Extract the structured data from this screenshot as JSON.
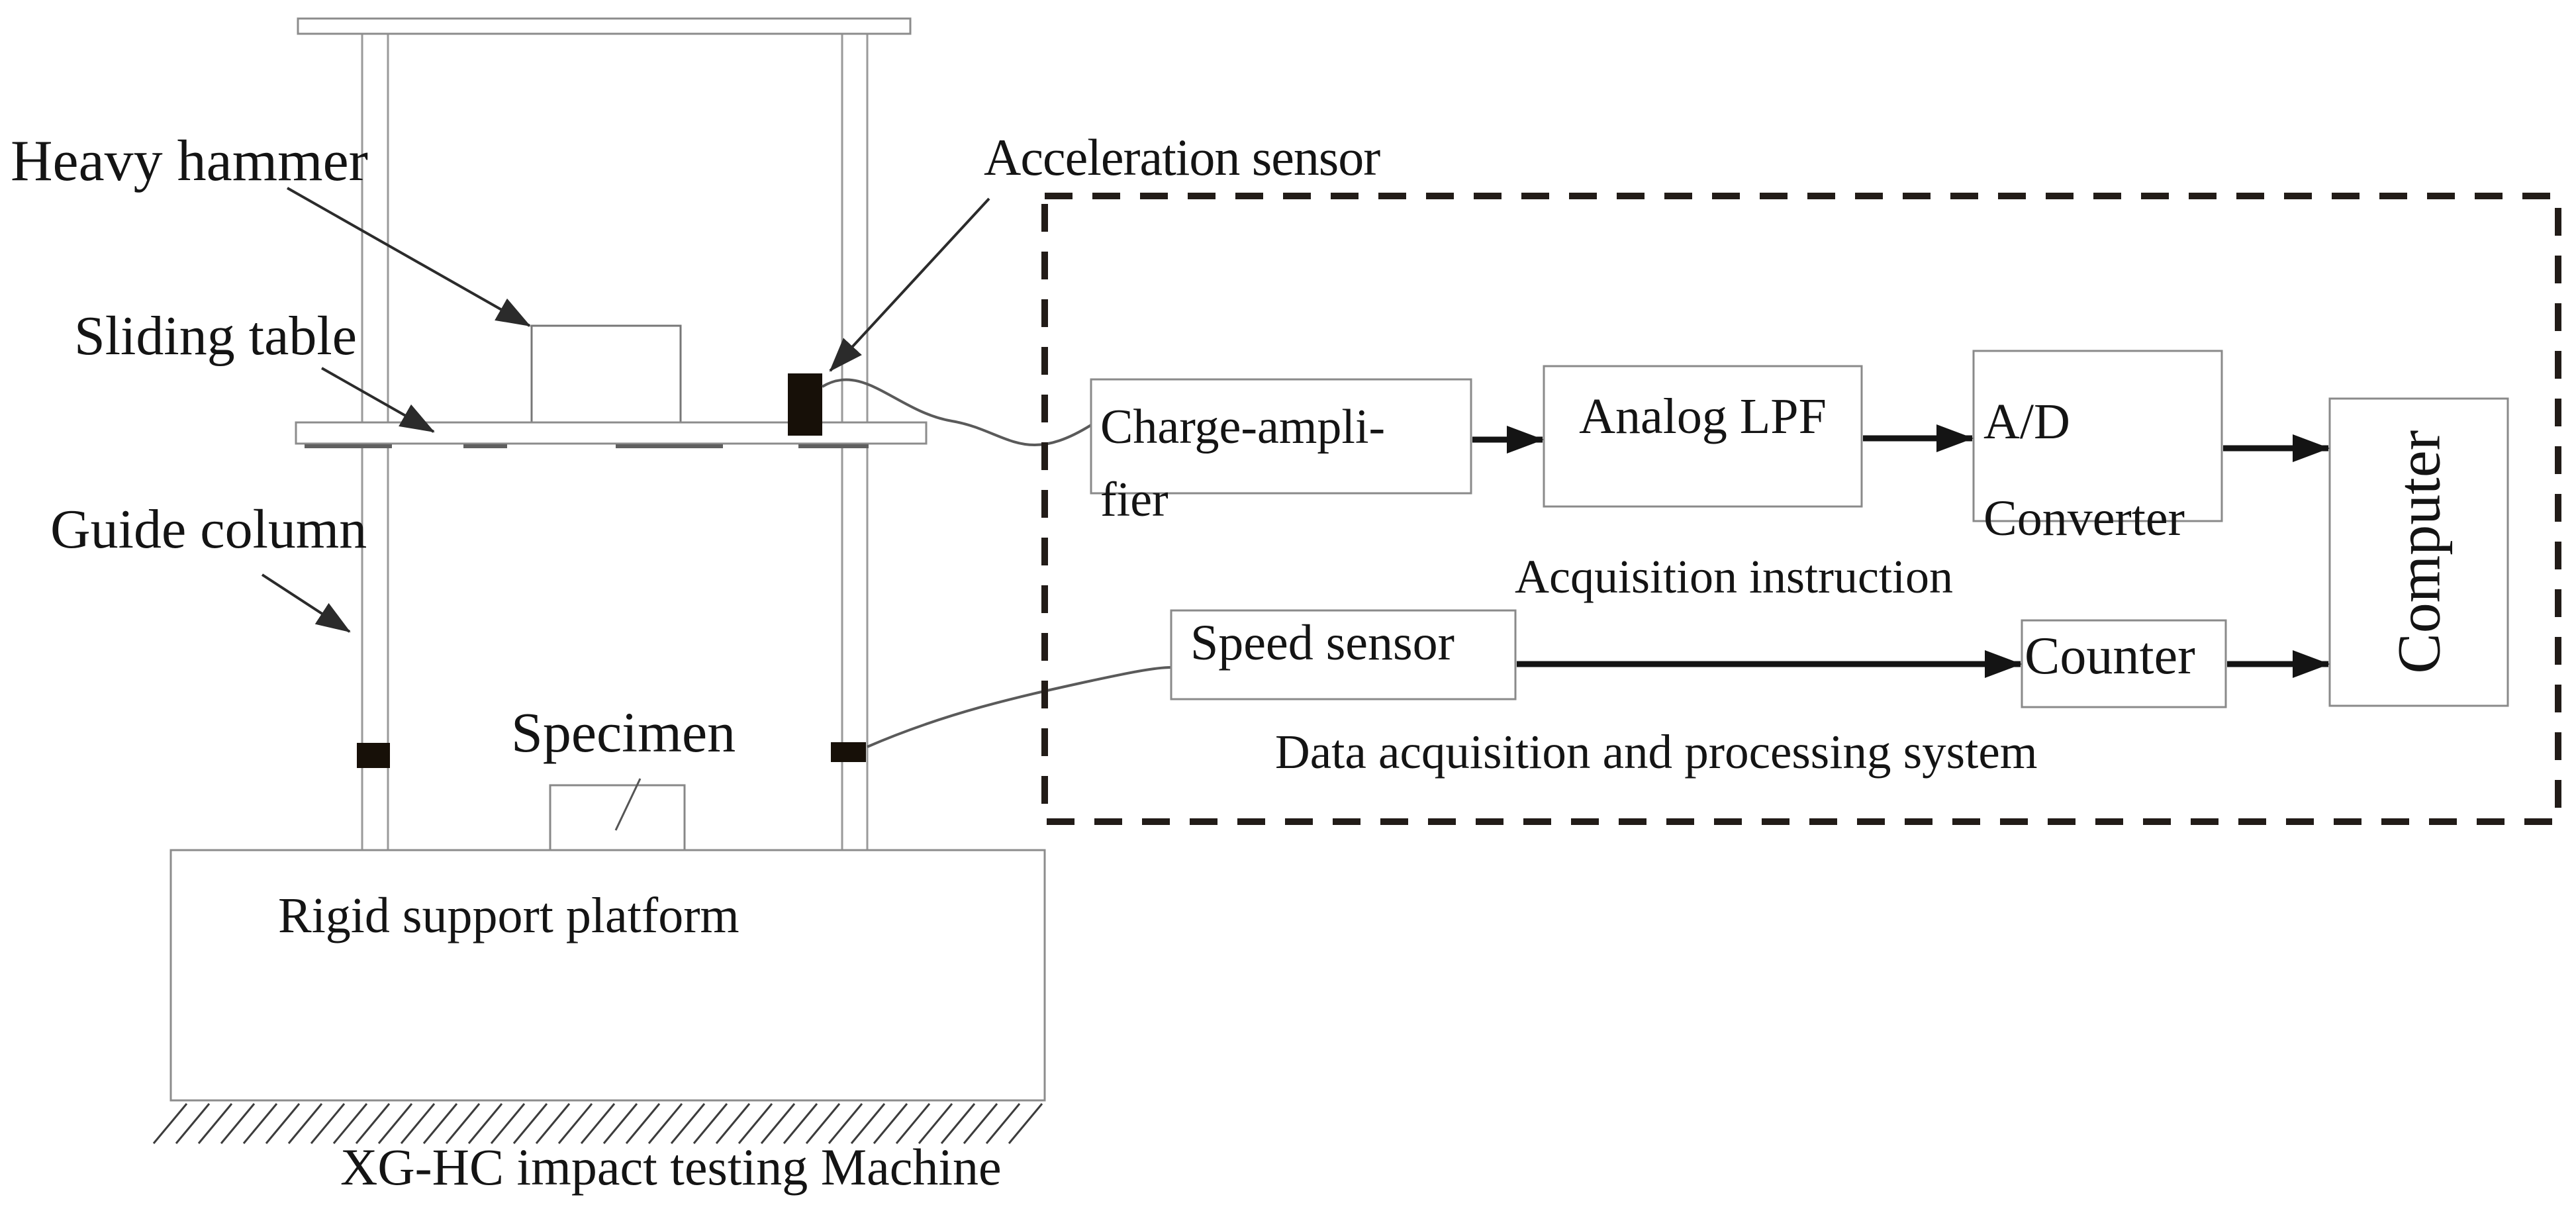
{
  "figure_labels": {
    "heavy_hammer": "Heavy hammer",
    "sliding_table": "Sliding table",
    "guide_column": "Guide column",
    "specimen": "Specimen",
    "rigid_platform": "Rigid support platform",
    "machine_caption": "XG-HC impact testing Machine",
    "acceleration_sensor": "Acceleration sensor",
    "acquisition_instruction": "Acquisition instruction",
    "system_caption": "Data acquisition and processing system"
  },
  "blocks": {
    "charge_amplifier_line1": "Charge-ampli-",
    "charge_amplifier_line2": "fier",
    "analog_lpf": "Analog LPF",
    "ad_converter_line1": "A/D",
    "ad_converter_line2": "Converter",
    "computer": "Computer",
    "speed_sensor": "Speed sensor",
    "counter": "Counter"
  },
  "colors": {
    "ink": "#141414",
    "outline": "#8c8c8c",
    "dashed_border": "#221c18",
    "sensor_black": "#171008",
    "leader_line": "#2b2b2b",
    "wire": "#5a5a5a"
  }
}
